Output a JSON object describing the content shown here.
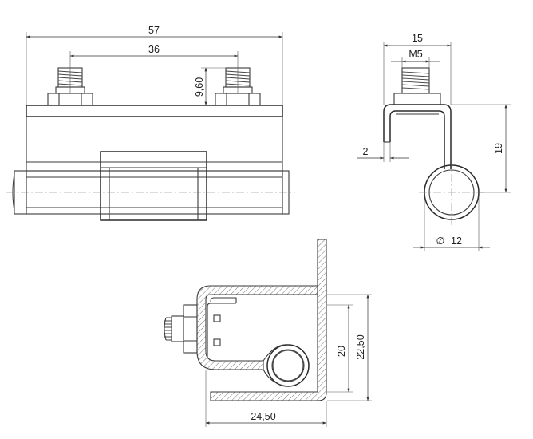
{
  "drawing": {
    "type": "technical-drawing",
    "subject": "hinge with threaded studs",
    "views": [
      "front-view",
      "side-view",
      "section-view"
    ]
  },
  "dimensions": {
    "overall_length": "57",
    "stud_spacing": "36",
    "stud_height": "9,60",
    "side_width": "15",
    "thread": "M5",
    "flange_offset": "2",
    "side_height": "19",
    "pin_diameter": "12",
    "diameter_symbol": "∅",
    "section_inner_height": "20",
    "section_outer_height": "22,50",
    "section_width": "24,50"
  },
  "colors": {
    "line": "#3a3a3a",
    "hatch": "#666666",
    "background": "#ffffff"
  }
}
